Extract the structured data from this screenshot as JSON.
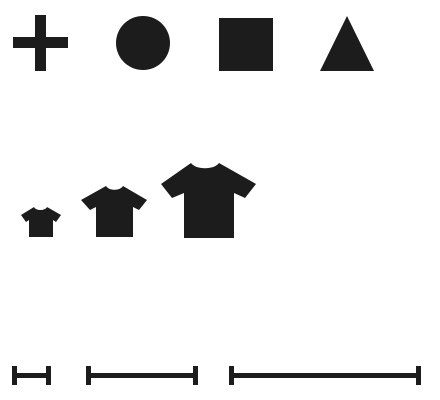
{
  "colors": {
    "background": "#ffffff",
    "ink": "#1c1c1c"
  },
  "shapes": [
    {
      "icon": "plus-icon"
    },
    {
      "icon": "circle-icon"
    },
    {
      "icon": "square-icon"
    },
    {
      "icon": "triangle-icon"
    }
  ],
  "size_options": [
    {
      "icon": "t-shirt-icon",
      "size": "small"
    },
    {
      "icon": "t-shirt-icon",
      "size": "medium"
    },
    {
      "icon": "t-shirt-icon",
      "size": "large"
    }
  ],
  "length_options": [
    {
      "icon": "measure-bar-icon",
      "length": "short"
    },
    {
      "icon": "measure-bar-icon",
      "length": "medium"
    },
    {
      "icon": "measure-bar-icon",
      "length": "long"
    }
  ]
}
